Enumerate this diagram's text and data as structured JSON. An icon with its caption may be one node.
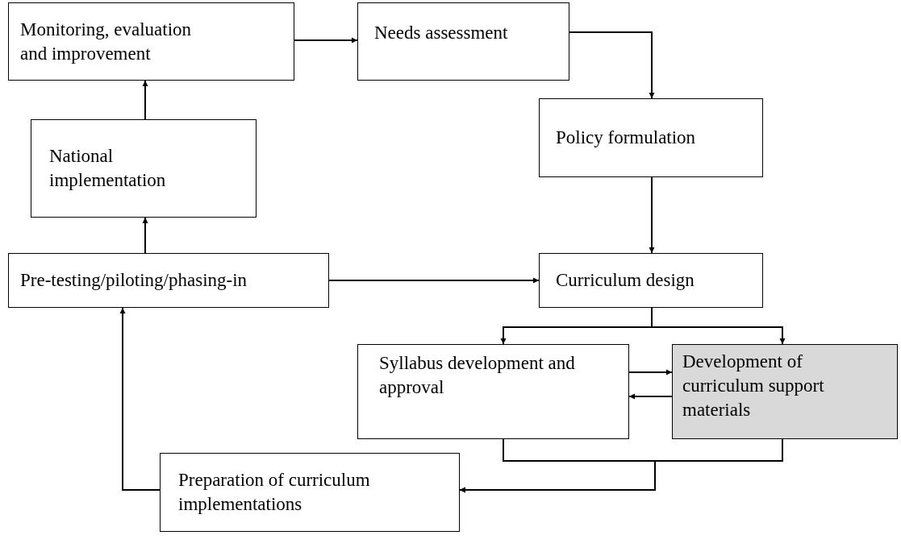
{
  "diagram": {
    "nodes": [
      {
        "text": [
          "Monitoring, evaluation and improvement"
        ]
      },
      {
        "text": [
          "Needs assessment"
        ]
      },
      {
        "text": [
          "National implementation"
        ]
      },
      {
        "text": [
          "Policy formulation"
        ]
      },
      {
        "text": [
          "Pre-testing/piloting/phasing-in"
        ]
      },
      {
        "text": [
          "Curriculum design"
        ]
      },
      {
        "text": [
          "Syllabus development and approval"
        ]
      },
      {
        "text": [
          "Development of curriculum support materials"
        ]
      },
      {
        "text": [
          "Preparation of curriculum implementations"
        ]
      }
    ],
    "edges": [
      {
        "from": 0,
        "to": 1,
        "arrow": "to"
      },
      {
        "from": 1,
        "to": 3,
        "arrow": "to"
      },
      {
        "from": 2,
        "to": 0,
        "arrow": "to"
      },
      {
        "from": 4,
        "to": 2,
        "arrow": "to"
      },
      {
        "from": 3,
        "to": 5,
        "arrow": "to"
      },
      {
        "from": 4,
        "to": 5,
        "arrow": "to"
      },
      {
        "from": 5,
        "to": 6,
        "arrow": "to"
      },
      {
        "from": 5,
        "to": 7,
        "arrow": "to"
      },
      {
        "from": 6,
        "to": 7,
        "arrow": "to"
      },
      {
        "from": 7,
        "to": 6,
        "arrow": "to"
      },
      {
        "from": 6,
        "to": 8,
        "arrow": "to"
      },
      {
        "from": 7,
        "to": 8,
        "arrow": "to"
      },
      {
        "from": 8,
        "to": 4,
        "arrow": "to"
      }
    ]
  }
}
